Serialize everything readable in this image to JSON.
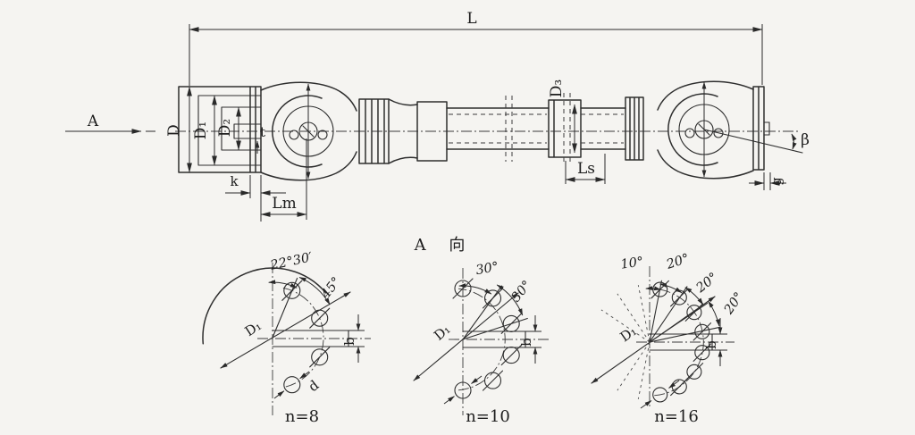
{
  "drawing": {
    "colors": {
      "background": "#f5f4f1",
      "ink": "#2e2e2e"
    },
    "main": {
      "labels": {
        "L": "L",
        "A": "A",
        "D": "D",
        "D1": "D₁",
        "D2": "D₂",
        "t": "t",
        "k": "k",
        "Lm": "Lm",
        "D3": "D₃",
        "Ls": "Ls",
        "beta": "β",
        "g": "g"
      }
    },
    "section": {
      "title": "A 向",
      "flanges": [
        {
          "n": "n=8",
          "angles": [
            "22°30′",
            "45°"
          ],
          "D1": "D₁",
          "b": "b",
          "d": "d"
        },
        {
          "n": "n=10",
          "angles": [
            "30°",
            "30°"
          ],
          "D1": "D₁",
          "b": "b"
        },
        {
          "n": "n=16",
          "angles": [
            "10°",
            "20°",
            "20°",
            "20°"
          ],
          "D1": "D₁",
          "b": "b"
        }
      ]
    }
  }
}
